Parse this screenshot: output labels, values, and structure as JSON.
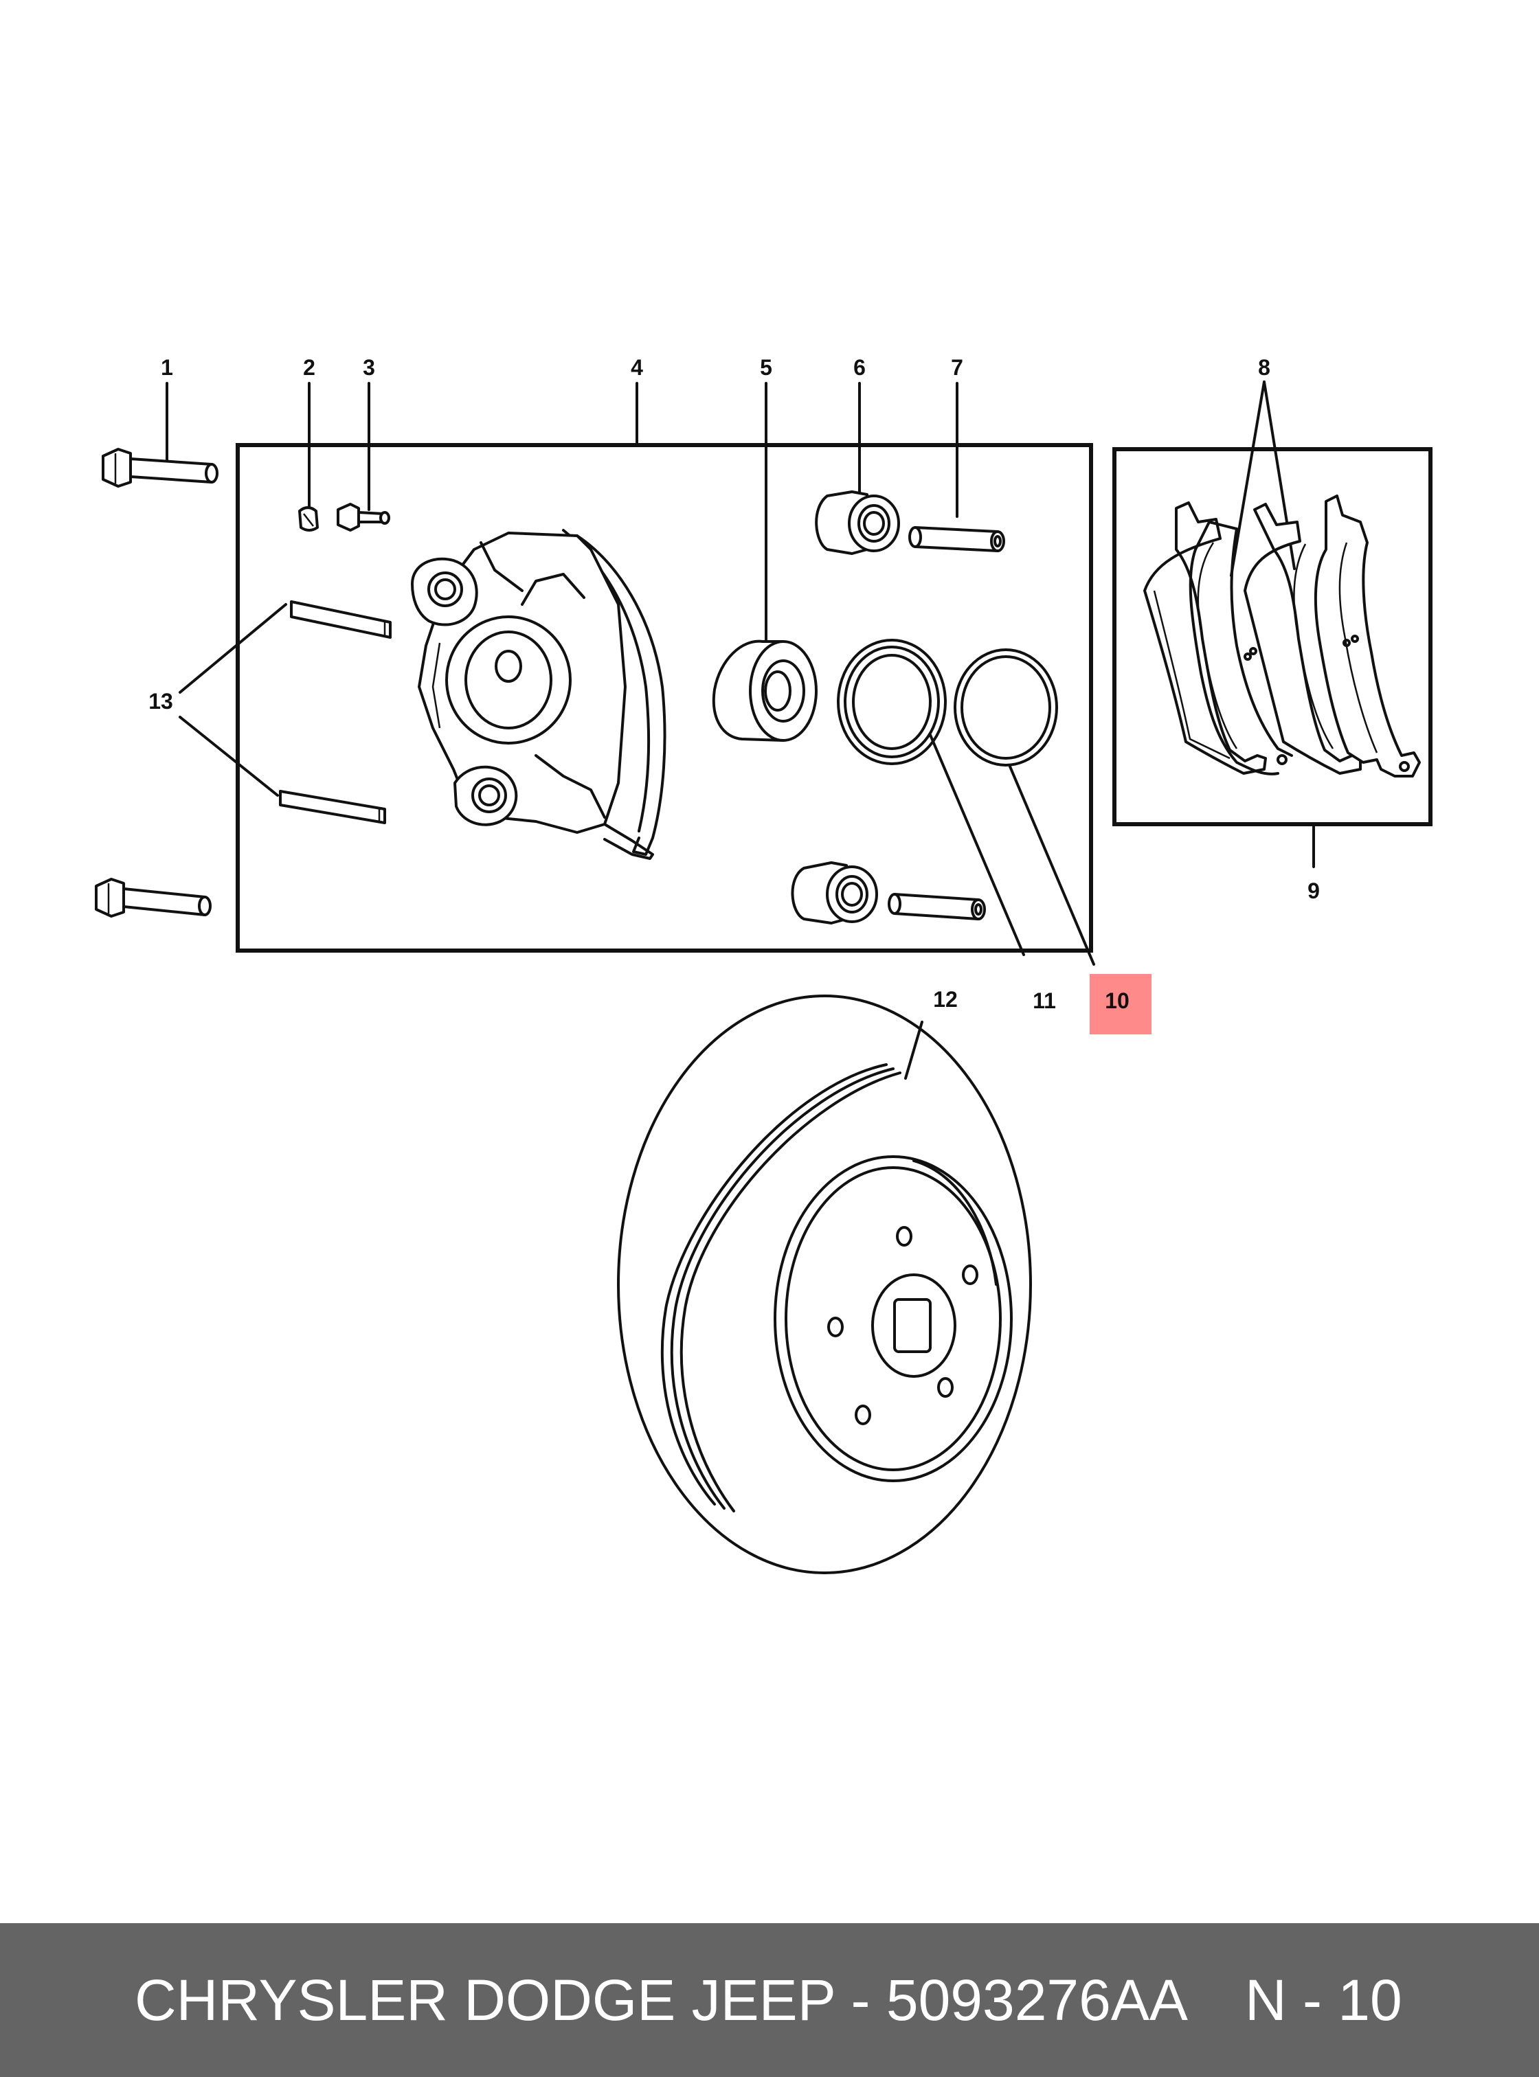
{
  "callouts": {
    "c1": "1",
    "c2": "2",
    "c3": "3",
    "c4": "4",
    "c5": "5",
    "c6": "6",
    "c7": "7",
    "c8": "8",
    "c9": "9",
    "c10": "10",
    "c11": "11",
    "c12": "12",
    "c13": "13"
  },
  "highlighted_callout": "10",
  "colors": {
    "highlight": "#ff8a8a",
    "footer_bg": "#646464",
    "footer_text": "#ffffff",
    "line": "#111111"
  },
  "footer": {
    "part_caption": "CHRYSLER DODGE JEEP - 5093276AA",
    "position_code": "N - 10"
  }
}
